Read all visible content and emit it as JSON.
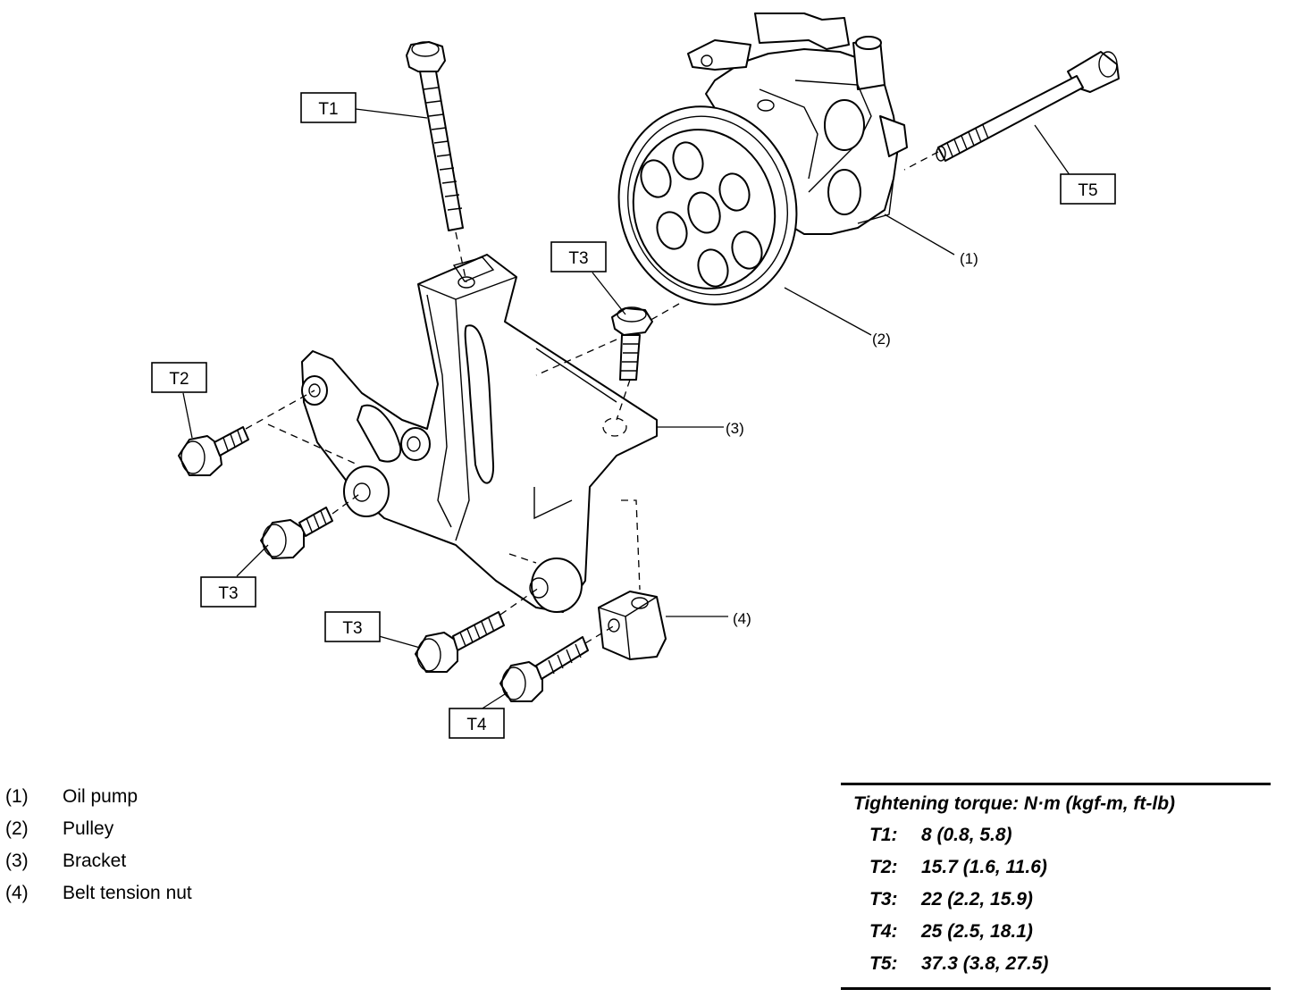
{
  "callouts": {
    "t1": "T1",
    "t2": "T2",
    "t3a": "T3",
    "t3b": "T3",
    "t3c": "T3",
    "t4": "T4",
    "t5": "T5"
  },
  "part_refs": {
    "oil_pump": "(1)",
    "pulley": "(2)",
    "bracket": "(3)",
    "belt_tension_nut": "(4)"
  },
  "legend": [
    {
      "num": "(1)",
      "label": "Oil pump"
    },
    {
      "num": "(2)",
      "label": "Pulley"
    },
    {
      "num": "(3)",
      "label": "Bracket"
    },
    {
      "num": "(4)",
      "label": "Belt tension nut"
    }
  ],
  "torque_table": {
    "header": "Tightening torque: N·m (kgf-m, ft-lb)",
    "rows": [
      {
        "id": "T1:",
        "value": "8 (0.8, 5.8)"
      },
      {
        "id": "T2:",
        "value": "15.7 (1.6, 11.6)"
      },
      {
        "id": "T3:",
        "value": "22 (2.2, 15.9)"
      },
      {
        "id": "T4:",
        "value": "25 (2.5, 18.1)"
      },
      {
        "id": "T5:",
        "value": "37.3 (3.8, 27.5)"
      }
    ]
  }
}
